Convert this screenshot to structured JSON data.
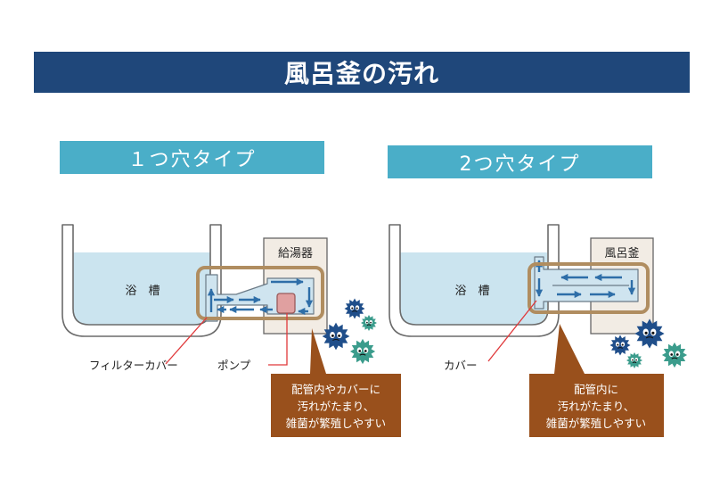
{
  "title": "風呂釜の汚れ",
  "left": {
    "heading": "１つ穴タイプ",
    "tub_label": "浴　槽",
    "heater_label": "給湯器",
    "filter_label": "フィルターカバー",
    "pump_label": "ポンプ",
    "callout": [
      "配管内やカバーに",
      "汚れがたまり、",
      "雑菌が繁殖しやすい"
    ]
  },
  "right": {
    "heading": "2つ穴タイプ",
    "tub_label": "浴　槽",
    "heater_label": "風呂釜",
    "cover_label": "カバー",
    "callout": [
      "配管内に",
      "汚れがたまり、",
      "雑菌が繁殖しやすい"
    ]
  },
  "colors": {
    "title_bg": "#1f477a",
    "heading_bg": "#4aaec8",
    "callout_bg": "#99501c",
    "highlight": "#b08d60",
    "pipe": "#cfe4ef",
    "arrow": "#2e6ea8",
    "water": "#cbe4ef",
    "tub_outline": "#6b6b6b",
    "pump": "#e0a0a0",
    "germ_dark": "#1f4e8a",
    "germ_teal": "#3b9c8c",
    "leader_line": "#e0383a"
  }
}
